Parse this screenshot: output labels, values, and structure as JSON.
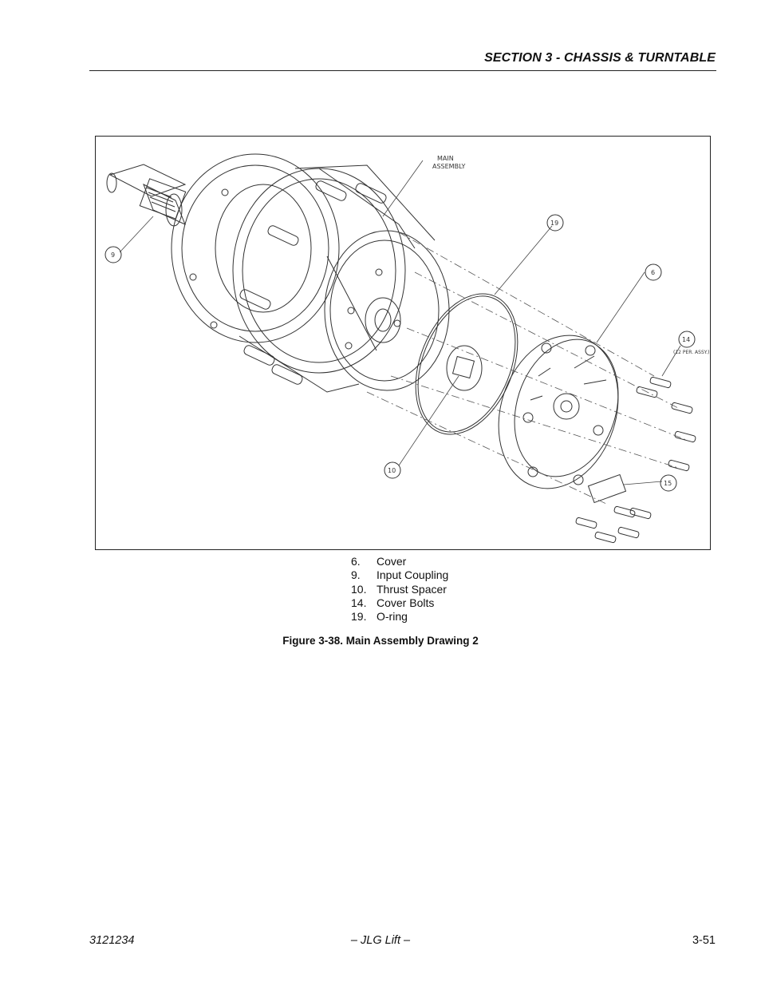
{
  "header": {
    "section_title": "SECTION 3 - CHASSIS & TURNTABLE"
  },
  "figure": {
    "drawing_labels": {
      "main_assembly_line1": "MAIN",
      "main_assembly_line2": "ASSEMBLY",
      "callout_6": "6",
      "callout_9": "9",
      "callout_10": "10",
      "callout_14": "14",
      "callout_14_note": "(12 PER. ASSY.)",
      "callout_15": "15",
      "callout_19": "19"
    },
    "legend": [
      {
        "num": "6.",
        "label": "Cover"
      },
      {
        "num": "9.",
        "label": "Input Coupling"
      },
      {
        "num": "10.",
        "label": "Thrust Spacer"
      },
      {
        "num": "14.",
        "label": "Cover Bolts"
      },
      {
        "num": "19.",
        "label": "O-ring"
      }
    ],
    "caption": "Figure 3-38.  Main Assembly Drawing 2"
  },
  "footer": {
    "doc_number": "3121234",
    "center": "– JLG Lift –",
    "page_number": "3-51"
  }
}
